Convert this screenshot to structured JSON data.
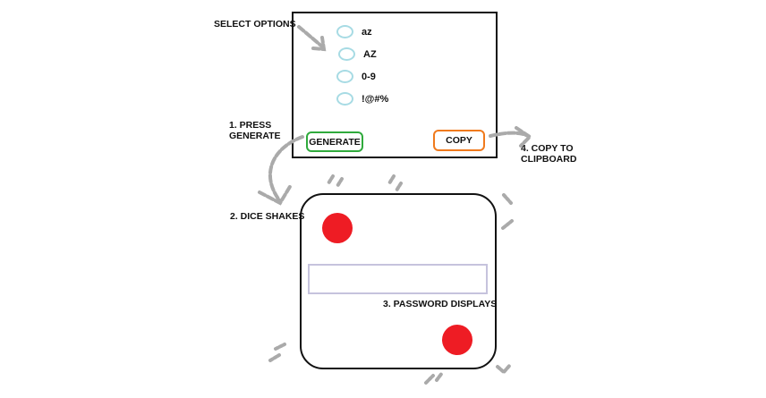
{
  "labels": {
    "select_options": "SELECT OPTIONS",
    "step1": "1. PRESS\nGENERATE",
    "step2": "2. DICE SHAKES",
    "step3": "3. PASSWORD DISPLAYS",
    "step4": "4. COPY TO\nCLIPBOARD"
  },
  "options": [
    {
      "label": "az"
    },
    {
      "label": "AZ"
    },
    {
      "label": "0-9"
    },
    {
      "label": "!@#%"
    }
  ],
  "buttons": {
    "generate": "GENERATE",
    "copy": "COPY"
  },
  "password": {
    "value": ""
  },
  "colors": {
    "generate_border": "#2faa3c",
    "copy_border": "#f07a1d",
    "radio_border": "#a7dbe4",
    "pip": "#ee1c24",
    "password_border": "#c6c3dd",
    "arrow": "#aaaaaa"
  }
}
